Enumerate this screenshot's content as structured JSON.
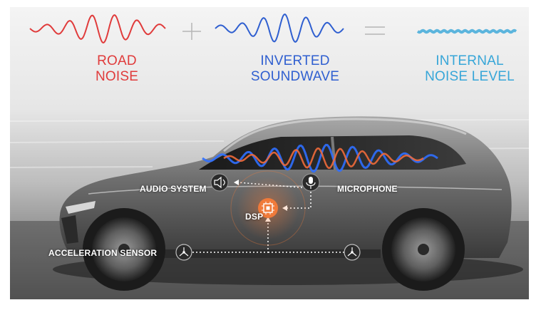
{
  "equation": {
    "road_noise": "ROAD\nNOISE",
    "inverted_soundwave": "INVERTED\nSOUNDWAVE",
    "internal_noise_level": "INTERNAL\nNOISE LEVEL"
  },
  "components": {
    "audio_system": "AUDIO SYSTEM",
    "microphone": "MICROPHONE",
    "dsp": "DSP",
    "acceleration_sensor": "ACCELERATION SENSOR"
  },
  "colors": {
    "road_noise": "#e03b3b",
    "inverted_soundwave": "#2f5fd0",
    "internal_noise_level": "#37a6d8",
    "dsp_accent": "#f07a3a"
  },
  "icons": {
    "audio_system": "speaker-icon",
    "microphone": "microphone-icon",
    "dsp": "chip-icon",
    "sensor": "sensor-icon"
  }
}
